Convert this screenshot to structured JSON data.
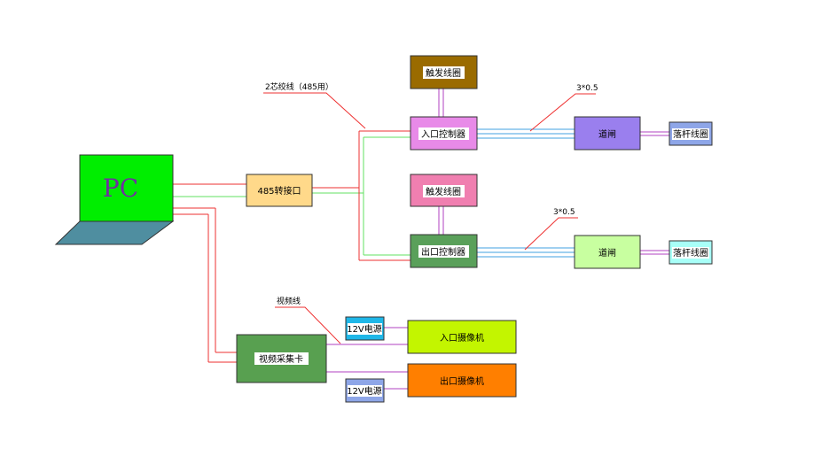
{
  "pc": {
    "label": "PC",
    "screen_color": "#00ee00",
    "base_color": "#4f8ea0"
  },
  "converter": {
    "label": "485转接口",
    "color": "#ffd98a"
  },
  "entry": {
    "trigger_coil": {
      "label": "触发线圈",
      "color": "#9a6b00"
    },
    "controller": {
      "label": "入口控制器",
      "color": "#e88ae8"
    },
    "gate": {
      "label": "道闸",
      "color": "#9a7fee"
    },
    "drop_coil": {
      "label": "落杆线圈",
      "color": "#8ea6e8"
    },
    "cable_note": "3*0.5",
    "camera": {
      "label": "入口摄像机",
      "color": "#c3f500"
    },
    "power": {
      "label": "12V电源",
      "color": "#1fb7e8"
    }
  },
  "exit": {
    "trigger_coil": {
      "label": "触发线圈",
      "color": "#f07fb0"
    },
    "controller": {
      "label": "出口控制器",
      "color": "#5aa05a"
    },
    "gate": {
      "label": "道闸",
      "color": "#c8ffa0"
    },
    "drop_coil": {
      "label": "落杆线圈",
      "color": "#a8fff8"
    },
    "cable_note": "3*0.5",
    "camera": {
      "label": "出口摄像机",
      "color": "#ff7f00"
    },
    "power": {
      "label": "12V电源",
      "color": "#8ea6e8"
    }
  },
  "capture_card": {
    "label": "视频采集卡",
    "color": "#58a050"
  },
  "notes": {
    "rs485_cable": "2芯绞线（485用）",
    "video_cable": "视频线"
  },
  "line_colors": {
    "red": "#ee3030",
    "green": "#60e060",
    "purple": "#b040c0",
    "blue": "#40a0e0"
  }
}
